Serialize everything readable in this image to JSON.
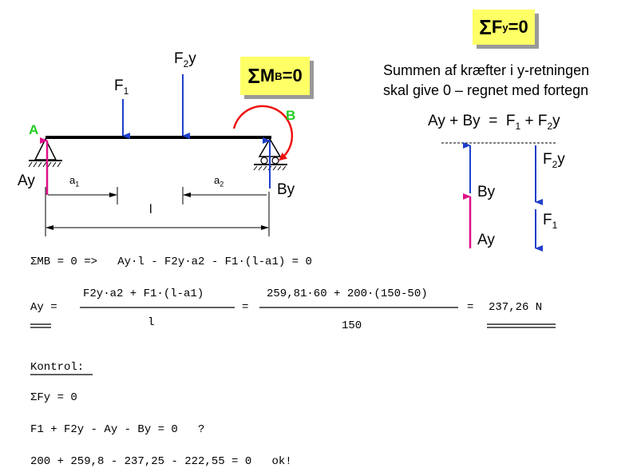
{
  "labels": {
    "A": "A",
    "B": "B",
    "F1": "F",
    "F1_sub": "1",
    "F2": "F",
    "F2_sub": "2",
    "F2_suf": "y",
    "Ay": "Ay",
    "By": "By",
    "a1": "a",
    "a1_sub": "1",
    "a2": "a",
    "a2_sub": "2",
    "l": "l"
  },
  "sum_mb": {
    "sym": "Σ",
    "main": "M",
    "sub": "B",
    "rest": "=0"
  },
  "sum_fy": {
    "sym": "Σ",
    "main": "F",
    "sub": "y",
    "rest": "=0"
  },
  "explain": {
    "line1": "Summen af kræfter i y-retningen",
    "line2": "skal give 0 – regnet med fortegn"
  },
  "equation": {
    "lhs": "Ay + By  =  F",
    "sub1": "1",
    "mid": " + F",
    "sub2": "2",
    "end": "y"
  },
  "vec": {
    "F2": "F",
    "F2_sub": "2",
    "F2_suf": "y",
    "By": "By",
    "F1": "F",
    "F1_sub": "1",
    "Ay": "Ay"
  },
  "calc": {
    "moment_eq": "ΣMB = 0 =>   Ay·l - F2y·a2 - F1·(l-a1) = 0",
    "ay_label": "Ay =",
    "frac1_num": "F2y·a2 + F1·(l-a1)",
    "frac1_den": "l",
    "eq": "=",
    "frac2_num": "259,81·60 + 200·(150-50)",
    "frac2_den": "150",
    "eq2": "=",
    "result": "237,26 N"
  },
  "check": {
    "title": "Kontrol:",
    "line1": "ΣFy = 0",
    "line2": "F1 + F2y - Ay - By = 0   ?",
    "line3": "200 + 259,8 - 237,25 - 222,55 = 0   ok!"
  }
}
